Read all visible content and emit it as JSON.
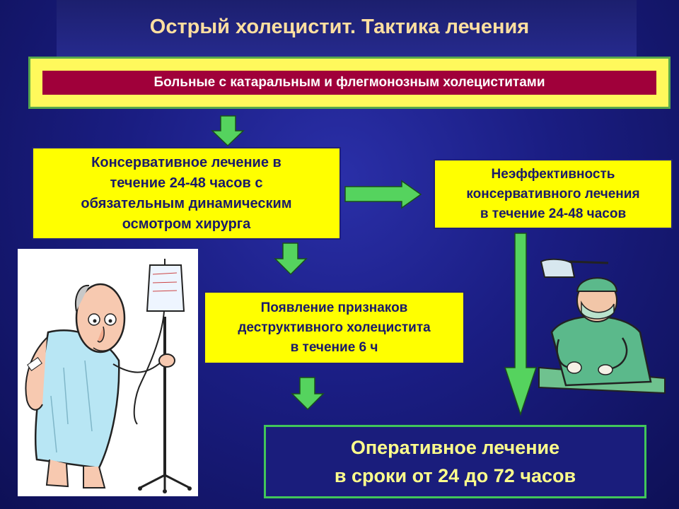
{
  "title": "Острый холецистит. Тактика лечения",
  "patients_label": "Больные с катаральным  и флегмонозным холециститами",
  "conservative_lines": [
    "Консервативное лечение в",
    "течение 24-48 часов с",
    "обязательным динамическим",
    "осмотром хирурга"
  ],
  "ineffective_lines": [
    "Неэффективность",
    "консервативного лечения",
    "в течение 24-48 часов"
  ],
  "destructive_lines": [
    "Появление признаков",
    "деструктивного холецистита",
    "в течение 6 ч"
  ],
  "result_lines": [
    "Оперативное лечение",
    "в сроки от 24 до 72 часов"
  ],
  "illustrations": [
    "patient-with-iv-drip-illustration",
    "surgeon-operating-illustration"
  ],
  "colors": {
    "background": "#1a1d82",
    "title": "#ffdfa0",
    "box_fill": "#ffff00",
    "banner_fill": "#a0003a",
    "arrow_green": "#55d35e",
    "result_text": "#ffff8c"
  }
}
